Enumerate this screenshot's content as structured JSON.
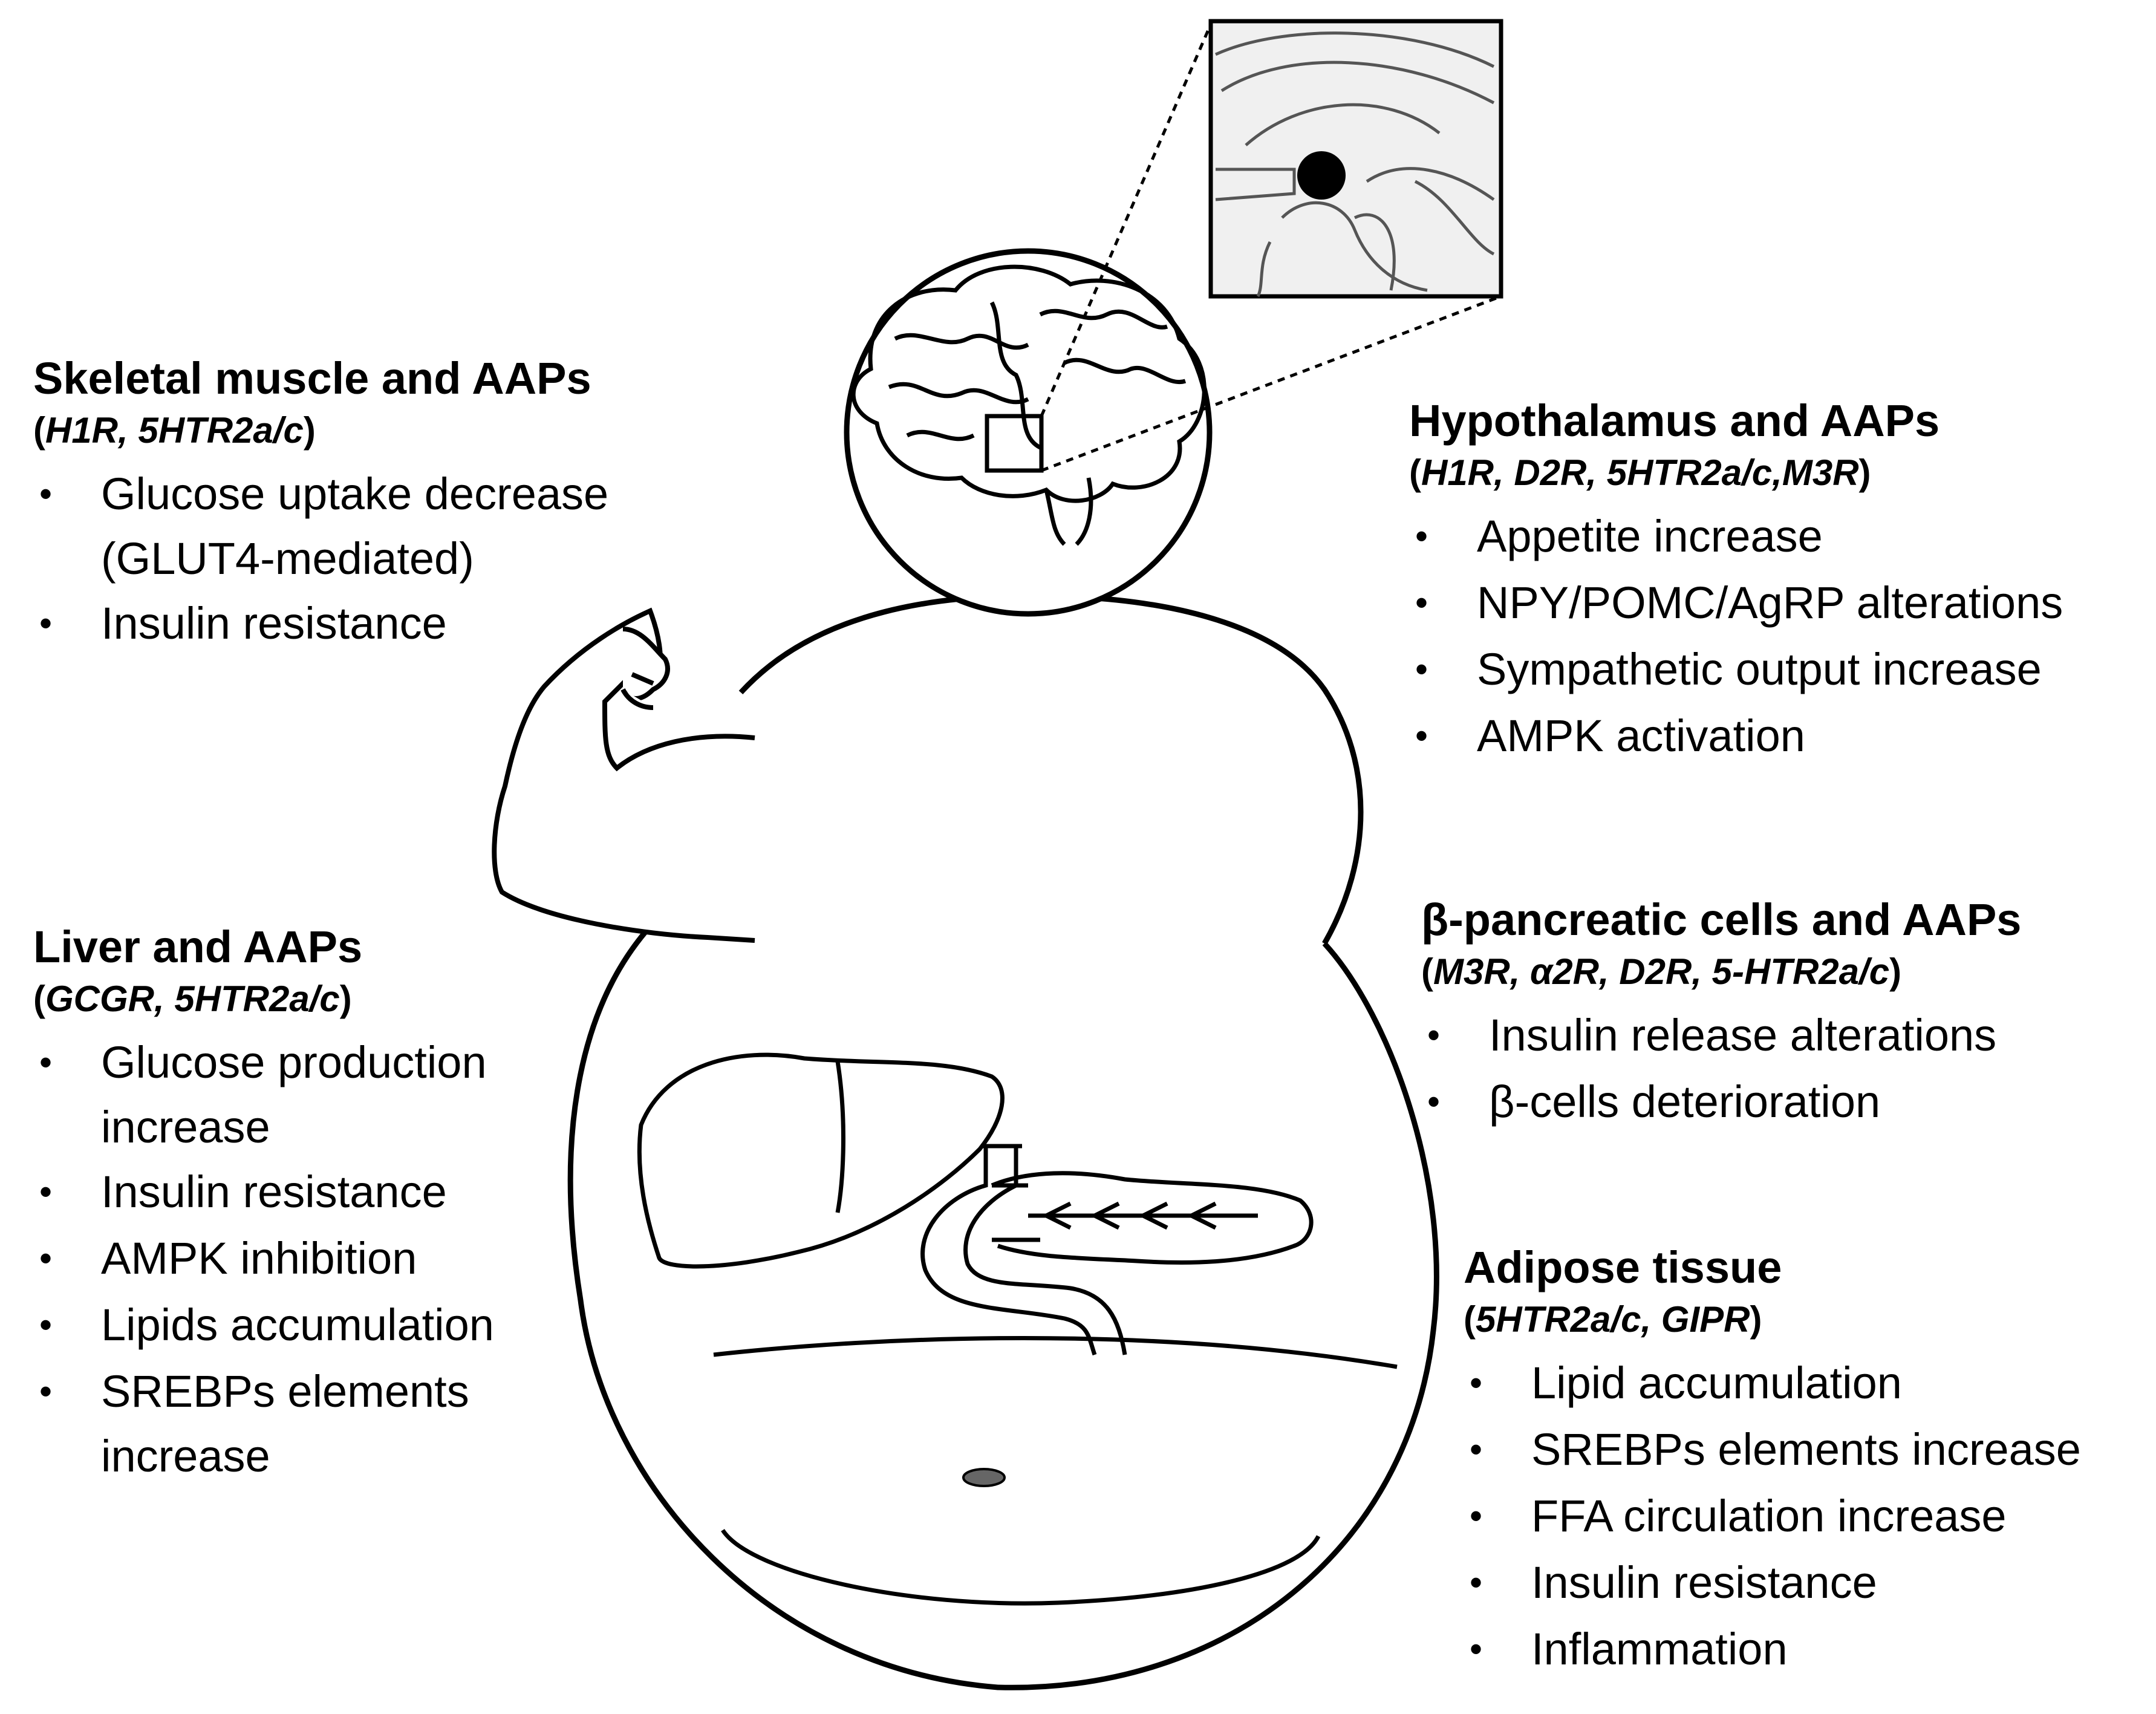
{
  "sections": {
    "skeletal_muscle": {
      "title": "Skeletal muscle and AAPs",
      "receptors": "H1R, 5HTR2a/c",
      "items": [
        "Glucose uptake decrease",
        "Insulin resistance"
      ],
      "item0_continuation": "(GLUT4-mediated)"
    },
    "hypothalamus": {
      "title": "Hypothalamus and AAPs",
      "receptors": "H1R, D2R, 5HTR2a/c,M3R",
      "items": [
        "Appetite increase",
        "NPY/POMC/AgRP alterations",
        "Sympathetic output increase",
        "AMPK activation"
      ]
    },
    "liver": {
      "title": "Liver and AAPs",
      "receptors": "GCGR, 5HTR2a/c",
      "items": [
        "Glucose production",
        "Insulin resistance",
        "AMPK inhibition",
        "Lipids accumulation",
        "SREBPs elements"
      ],
      "item0_continuation": "increase",
      "item4_continuation": "increase"
    },
    "pancreas": {
      "title": "β-pancreatic cells and AAPs",
      "receptors": "M3R, α2R, D2R, 5-HTR2a/c",
      "items": [
        "Insulin release alterations",
        "β-cells deterioration"
      ]
    },
    "adipose": {
      "title": "Adipose tissue",
      "receptors": "5HTR2a/c, GIPR",
      "items": [
        "Lipid accumulation",
        "SREBPs elements increase",
        "FFA circulation increase",
        "Insulin resistance",
        "Inflammation"
      ]
    }
  }
}
